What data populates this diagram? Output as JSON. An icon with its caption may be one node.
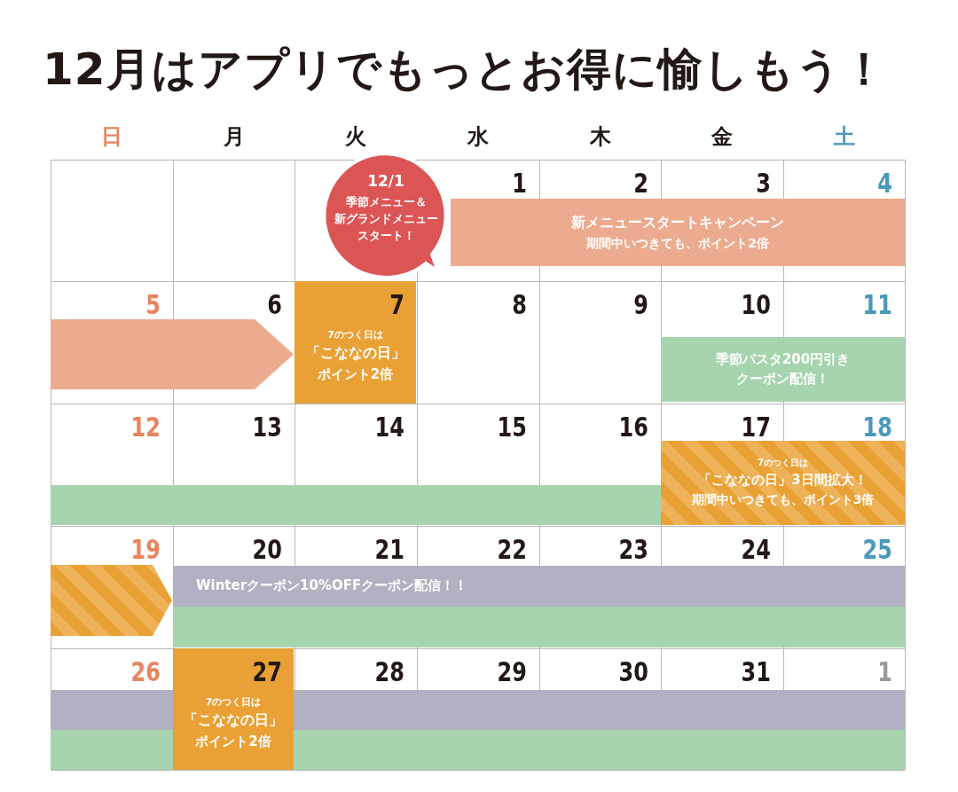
{
  "diagram": {
    "title": "12月はアプリでもっとお得に愉しもう！",
    "nodes": [
      {
        "text": [
          "12/1",
          "季節メニュー＆新グランドメニュースタート！"
        ]
      },
      {
        "text": [
          "新メニュースタートキャンペーン",
          "期間中いつきても、ポイント2倍"
        ]
      },
      {
        "text": [],
        "shape": "bar"
      },
      {
        "text": [
          "7のつく日は",
          "「こななの日」",
          "ポイント2倍"
        ]
      },
      {
        "text": [
          "季節パスタ200円引きクーポン配信！"
        ]
      },
      {
        "text": [],
        "shape": "bar"
      },
      {
        "text": [
          "7のつく日は",
          "「こななの日」3日間拡大！",
          "期間中いつきても、ポイント3倍"
        ]
      },
      {
        "text": [],
        "shape": "bar"
      },
      {
        "text": [
          "Winterクーポン10%OFFクーポン配信！！"
        ]
      },
      {
        "text": [],
        "shape": "bar"
      },
      {
        "text": [],
        "shape": "bar"
      },
      {
        "text": [],
        "shape": "bar"
      },
      {
        "text": [
          "7のつく日は",
          "「こななの日」",
          "ポイント2倍"
        ]
      }
    ],
    "labels": [
      "日",
      "月",
      "火",
      "水",
      "木",
      "金",
      "土",
      "1",
      "2",
      "3",
      "4",
      "5",
      "6",
      "7",
      "8",
      "9",
      "10",
      "11",
      "12",
      "13",
      "14",
      "15",
      "16",
      "17",
      "18",
      "19",
      "20",
      "21",
      "22",
      "23",
      "24",
      "25",
      "26",
      "27",
      "28",
      "29",
      "30",
      "31",
      "1"
    ]
  }
}
